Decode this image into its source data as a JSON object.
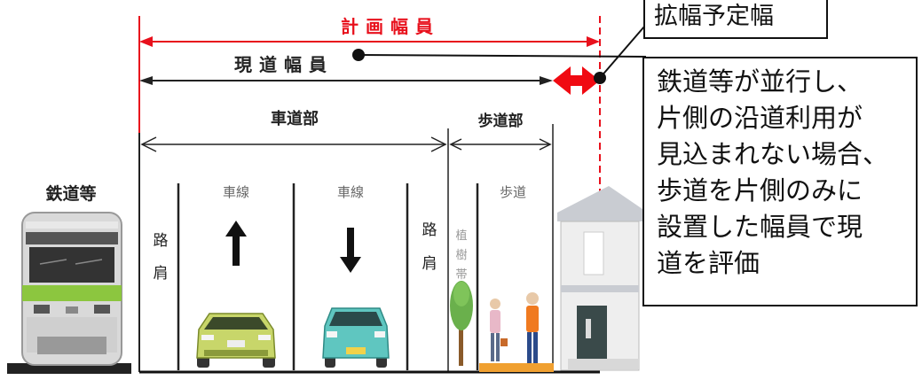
{
  "planned_width_label": "計画幅員",
  "current_width_label": "現道幅員",
  "roadway_label": "車道部",
  "sidewalk_label": "歩道部",
  "railway_label": "鉄道等",
  "lane_label_left": "車線",
  "lane_label_right": "車線",
  "sidewalk_inner_label": "歩道",
  "shoulder_left": [
    "路",
    "肩"
  ],
  "shoulder_right": [
    "路",
    "肩"
  ],
  "planting_strip": [
    "植",
    "樹",
    "帯"
  ],
  "widening_callout": "拡幅予定幅",
  "explanation_lines": [
    "鉄道等が並行し、",
    "片側の沿道利用が",
    "見込まれない場合、",
    "歩道を片側のみに",
    "設置した幅員で現",
    "道を評価"
  ],
  "colors": {
    "planned_width": "#e8101c",
    "widening_arrow": "#f00a12",
    "train_body": "#d9d9d9",
    "train_stripe": "#8cc63f",
    "car_left": "#c8d66a",
    "car_right": "#5fc6c0"
  }
}
